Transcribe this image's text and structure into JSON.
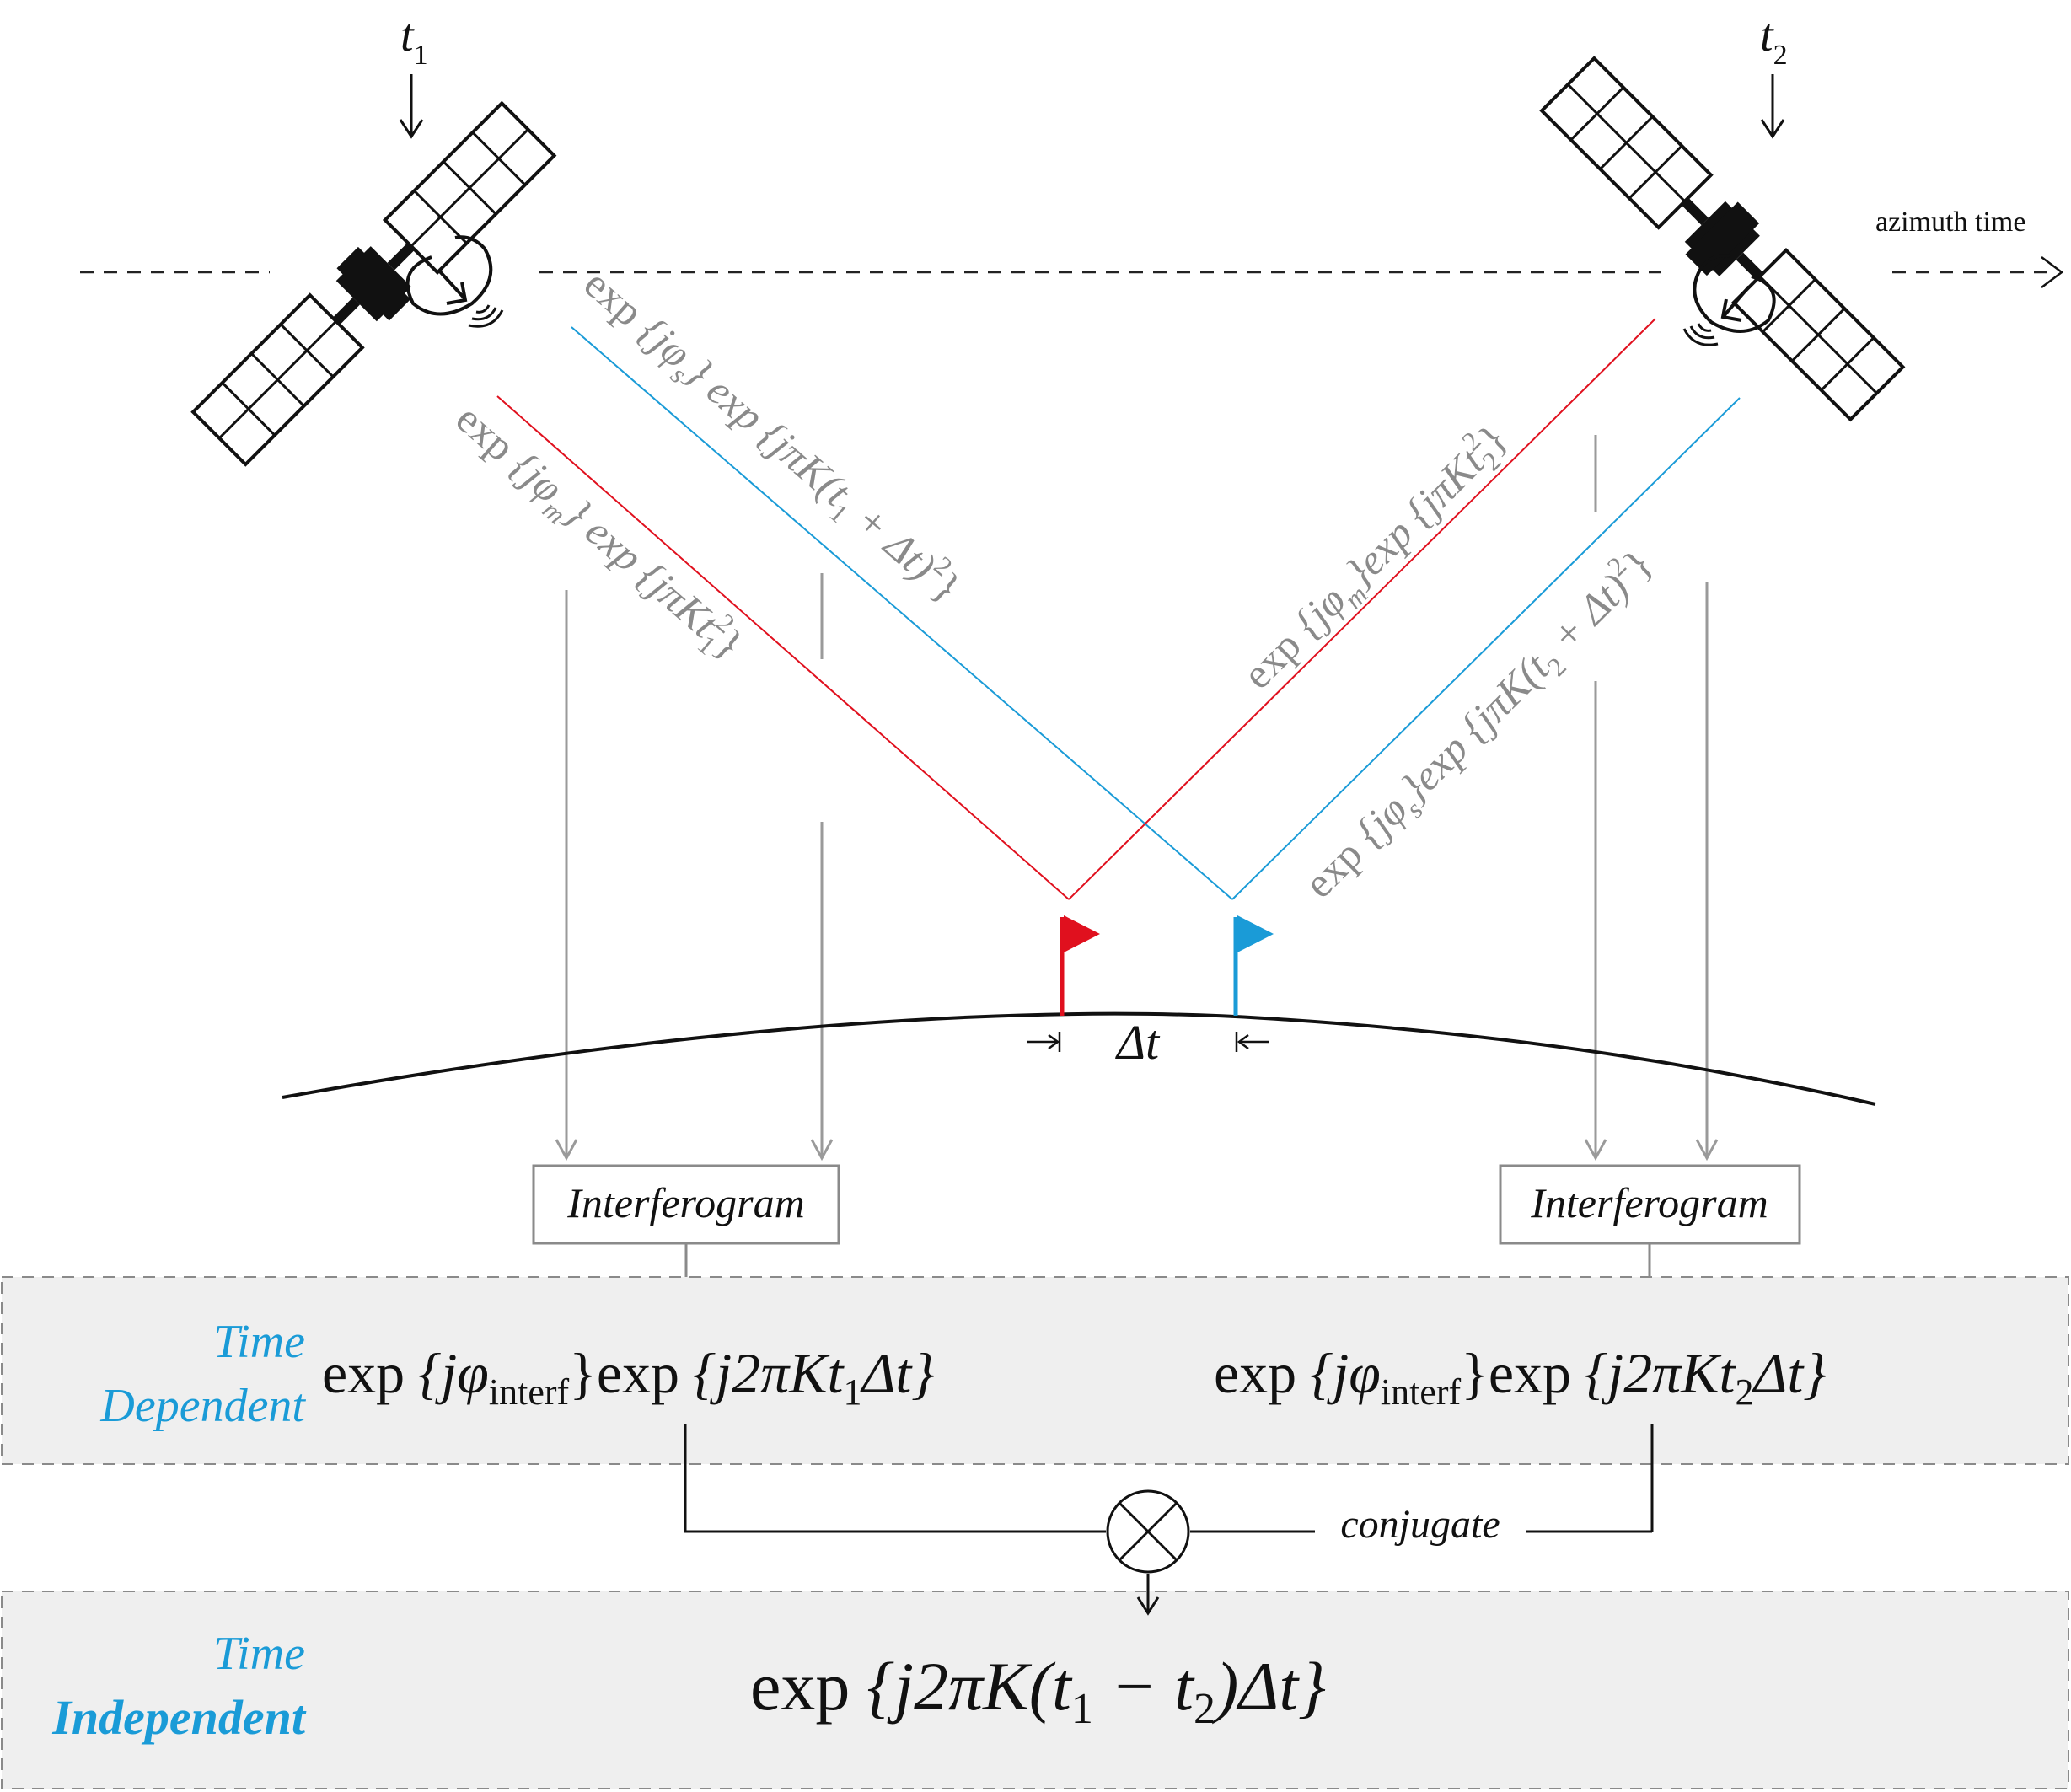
{
  "satellites": {
    "left": {
      "time_label_base": "t",
      "time_label_sub": "1",
      "icon": "satellite-icon"
    },
    "right": {
      "time_label_base": "t",
      "time_label_sub": "2",
      "icon": "satellite-icon"
    }
  },
  "axis": {
    "label": "azimuth time"
  },
  "beams": {
    "left_master": {
      "p1": "exp",
      "p2": "{jφ",
      "p3": "m",
      "p4": "} exp {jπKt",
      "p5": "1",
      "p6": "2",
      "p7": "}"
    },
    "left_slave": {
      "p1": "exp",
      "p2": "{jφ",
      "p3": "s",
      "p4": "} exp {jπK(t",
      "p5": "1",
      "p6": " + Δt)",
      "p7": "2",
      "p8": "}"
    },
    "right_master": {
      "p1": "exp",
      "p2": "{jφ",
      "p3": "m",
      "p4": "}exp {jπKt",
      "p5": "2",
      "p6": "2",
      "p7": "}"
    },
    "right_slave": {
      "p1": "exp",
      "p2": "{jφ",
      "p3": "s",
      "p4": "}exp {jπK(t",
      "p5": "2",
      "p6": " + Δt)",
      "p7": "2",
      "p8": "}"
    }
  },
  "targets": {
    "delta_label": "Δt",
    "left_flag_color": "#e0101e",
    "right_flag_color": "#1a9bd7"
  },
  "boxes": {
    "left_label": "Interferogram",
    "right_label": "Interferogram"
  },
  "time_dependent": {
    "label_line1": "Time",
    "label_line2": "Dependent",
    "left_eq": {
      "a": "exp",
      "b": "{jφ",
      "c": "interf",
      "d": "}exp",
      "e": "{j2πKt",
      "f": "1",
      "g": "Δt}"
    },
    "right_eq": {
      "a": "exp",
      "b": "{jφ",
      "c": "interf",
      "d": "}exp",
      "e": "{j2πKt",
      "f": "2",
      "g": "Δt}"
    }
  },
  "combiner": {
    "conjugate_label": "conjugate",
    "icon": "multiply-circle-icon"
  },
  "time_independent": {
    "label_line1": "Time",
    "label_line2": "Independent",
    "eq": {
      "a": "exp",
      "b": "{j2πK(t",
      "c": "1",
      "d": " − t",
      "e": "2",
      "f": ")Δt}"
    }
  },
  "colors": {
    "label_accent": "#1a9bd7",
    "master_beam": "#e0101e",
    "slave_beam": "#1a9bd7",
    "panel_bg": "#efefef",
    "projection": "#9a9a9a"
  }
}
